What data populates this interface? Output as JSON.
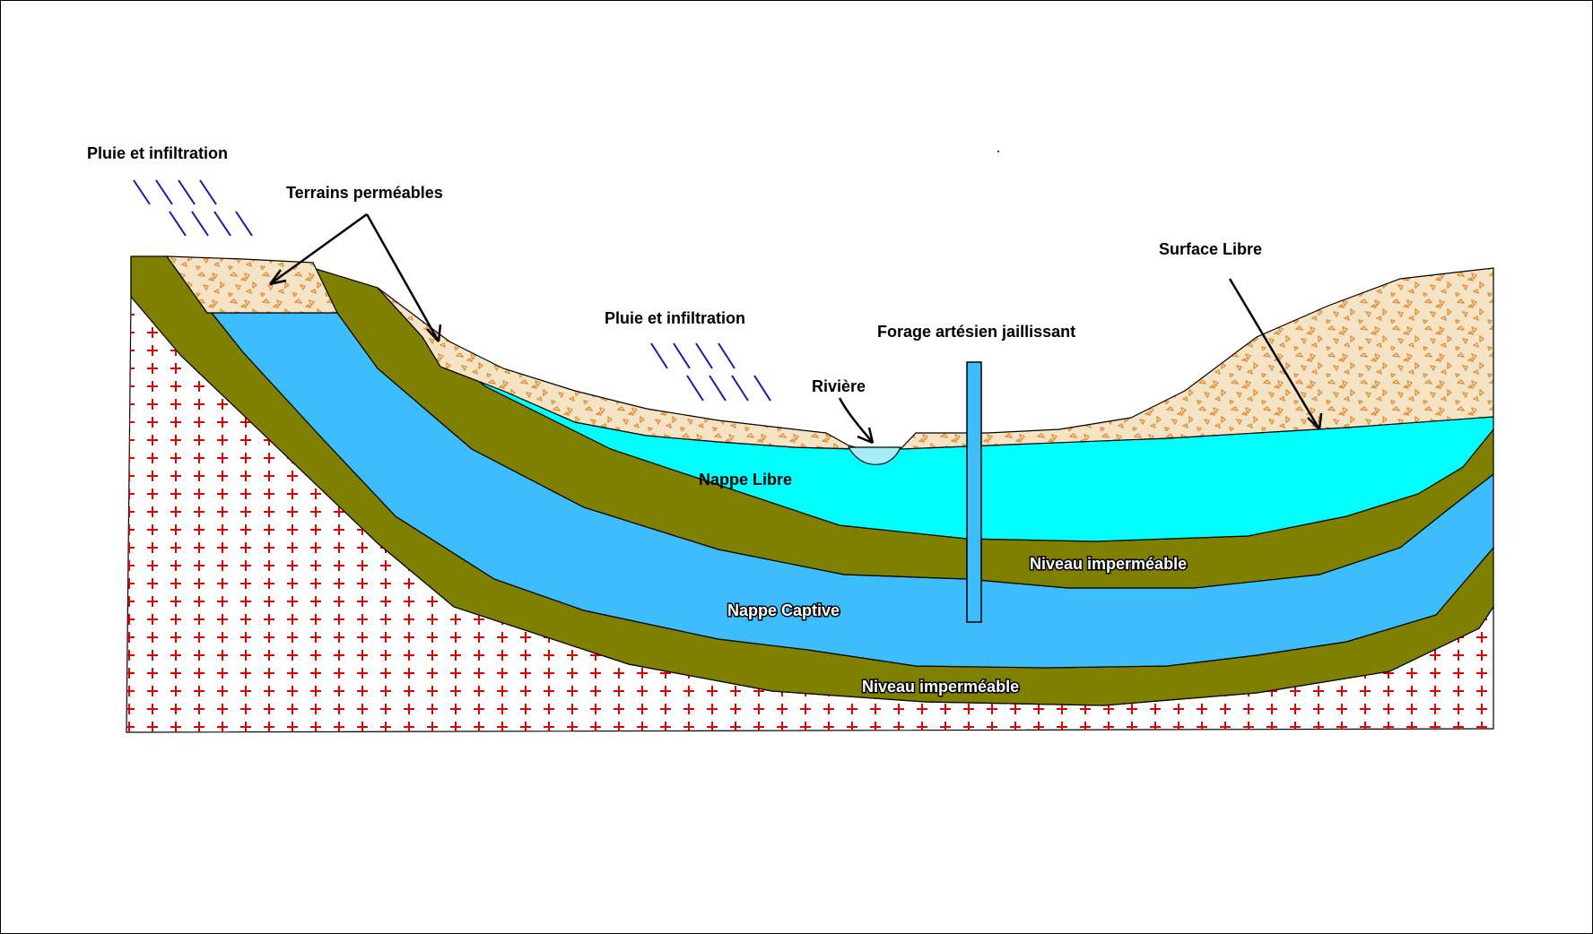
{
  "labels": {
    "rain_left": "Pluie et infiltration",
    "permeable": "Terrains perméables",
    "rain_mid": "Pluie et infiltration",
    "well": "Forage artésien jaillissant",
    "river": "Rivière",
    "surface": "Surface Libre",
    "unconfined": "Nappe Libre",
    "impermeable_upper": "Niveau imperméable",
    "confined": "Nappe Captive",
    "impermeable_lower": "Niveau imperméable"
  },
  "colors": {
    "soil_fill": "#f4e3c4",
    "soil_pattern": "#e0892f",
    "clay": "#7f7f00",
    "confined_water": "#3dbdfc",
    "unconfined_water": "#00ffff",
    "river_water": "#a8ecf8",
    "bedrock_fill": "#ffffff",
    "bedrock_cross": "#e00000",
    "rain": "#1a1aa8",
    "outline": "#000000"
  }
}
